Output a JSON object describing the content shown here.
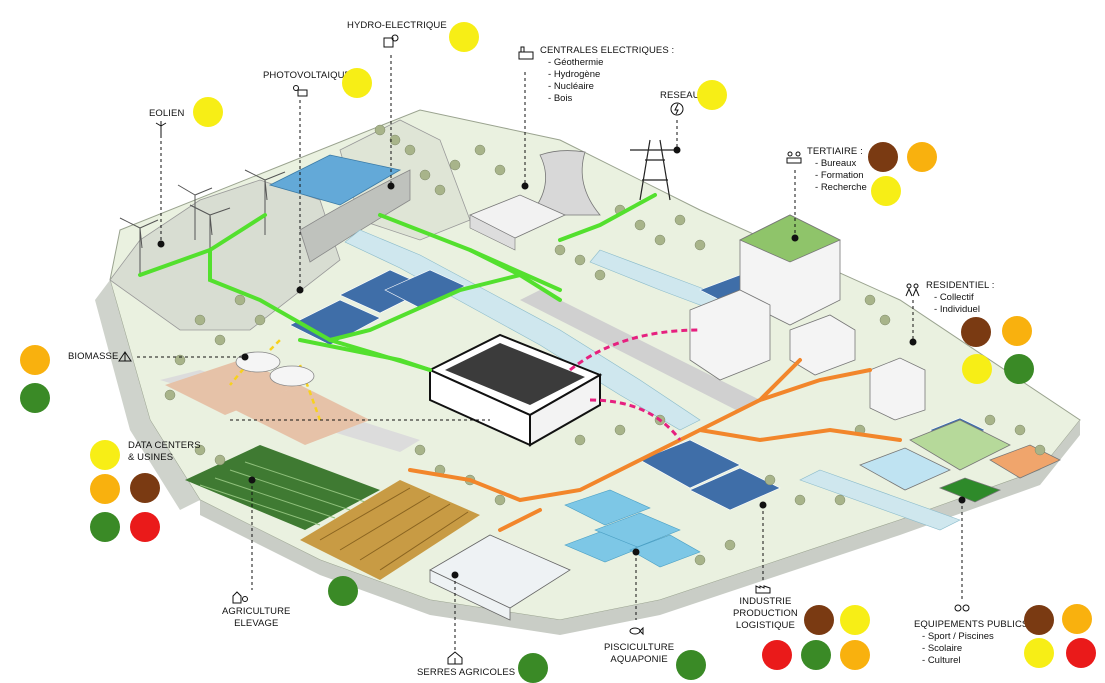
{
  "colors": {
    "yellow": "#f7ee16",
    "orange": "#f9b10e",
    "brown": "#7a3a12",
    "green": "#3a8a26",
    "red": "#ea1a1a",
    "energy_line": "#53e02e",
    "heat_line": "#f2862b",
    "data_flow": "#e6207f"
  },
  "labels": {
    "hydro": "HYDRO-ELECTRIQUE",
    "photovoltaique": "PHOTOVOLTAIQUE",
    "eolien": "EOLIEN",
    "centrales": {
      "title": "CENTRALES ELECTRIQUES :",
      "items": [
        "Géothermie",
        "Hydrogène",
        "Nucléaire",
        "Bois"
      ]
    },
    "reseau": "RESEAU",
    "tertiaire": {
      "title": "TERTIAIRE :",
      "items": [
        "Bureaux",
        "Formation",
        "Recherche"
      ]
    },
    "residentiel": {
      "title": "RESIDENTIEL :",
      "items": [
        "Collectif",
        "Individuel"
      ]
    },
    "biomasse": "BIOMASSE",
    "datacenters": {
      "line1": "DATA CENTERS",
      "line2": "& USINES"
    },
    "agriculture": {
      "line1": "AGRICULTURE",
      "line2": "ELEVAGE"
    },
    "serres": "SERRES AGRICOLES",
    "pisciculture": {
      "line1": "PISCICULTURE",
      "line2": "AQUAPONIE"
    },
    "industrie": {
      "line1": "INDUSTRIE",
      "line2": "PRODUCTION",
      "line3": "LOGISTIQUE"
    },
    "equipements": {
      "title": "EQUIPEMENTS PUBLICS :",
      "items": [
        "Sport / Piscines",
        "Scolaire",
        "Culturel"
      ]
    }
  },
  "icons": {
    "hydro": "dam-icon",
    "photovoltaique": "solar-panel-icon",
    "eolien": "wind-turbine-icon",
    "centrales": "power-plant-icon",
    "reseau": "lightning-icon",
    "tertiaire": "people-icon",
    "residentiel": "family-icon",
    "biomasse": "biomass-icon",
    "agriculture": "farm-icon",
    "serres": "greenhouse-icon",
    "pisciculture": "fish-icon",
    "industrie": "factory-icon",
    "equipements": "sports-icon"
  }
}
